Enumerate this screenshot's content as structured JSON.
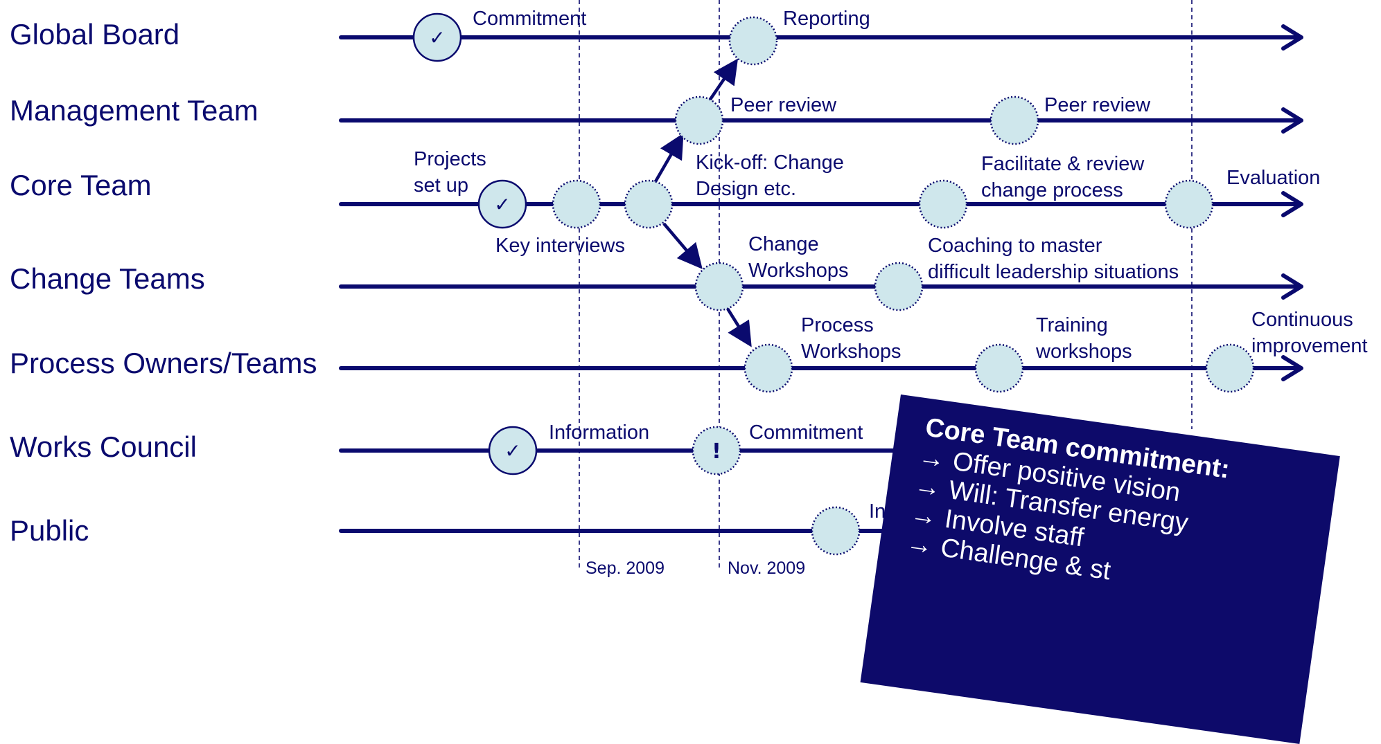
{
  "colors": {
    "ink": "#0a0a6e",
    "milestone_fill": "#cfe7ec",
    "callout_bg": "#0d0a6a",
    "callout_text": "#ffffff"
  },
  "rows": [
    {
      "label": "Global Board"
    },
    {
      "label": "Management Team"
    },
    {
      "label": "Core Team"
    },
    {
      "label": "Change Teams"
    },
    {
      "label": "Process Owners/Teams"
    },
    {
      "label": "Works Council"
    },
    {
      "label": "Public"
    }
  ],
  "milestone_status": {
    "done_icon": "check-mark-icon",
    "done_glyph": "✓",
    "alert_icon": "exclamation-icon",
    "alert_glyph": "!"
  },
  "annotations": {
    "gb_commitment": "Commitment",
    "gb_reporting": "Reporting",
    "mt_peer_review_1": "Peer review",
    "mt_peer_review_2": "Peer review",
    "ct_projects_line1": "Projects",
    "ct_projects_line2": "set up",
    "ct_kickoff_line1": "Kick-off: Change",
    "ct_kickoff_line2": "Design etc.",
    "ct_facilitate_line1": "Facilitate & review",
    "ct_facilitate_line2": "change process",
    "ct_evaluation": "Evaluation",
    "ct_key_interviews": "Key interviews",
    "cht_change_line1": "Change",
    "cht_change_line2": "Workshops",
    "cht_coaching_line1": "Coaching to master",
    "cht_coaching_line2": "difficult leadership situations",
    "po_process_line1": "Process",
    "po_process_line2": "Workshops",
    "po_training_line1": "Training",
    "po_training_line2": "workshops",
    "po_continuous_line1": "Continuous",
    "po_continuous_line2": "improvement",
    "wc_information": "Information",
    "wc_commitment": "Commitment",
    "pub_info": "Info"
  },
  "dates": {
    "sep": "Sep. 2009",
    "nov": "Nov. 2009"
  },
  "callout": {
    "title": "Core Team commitment:",
    "arrow_glyph": "→",
    "items": [
      "Offer positive vision",
      "Will: Transfer energy",
      "Involve staff",
      "Challenge & st"
    ]
  }
}
